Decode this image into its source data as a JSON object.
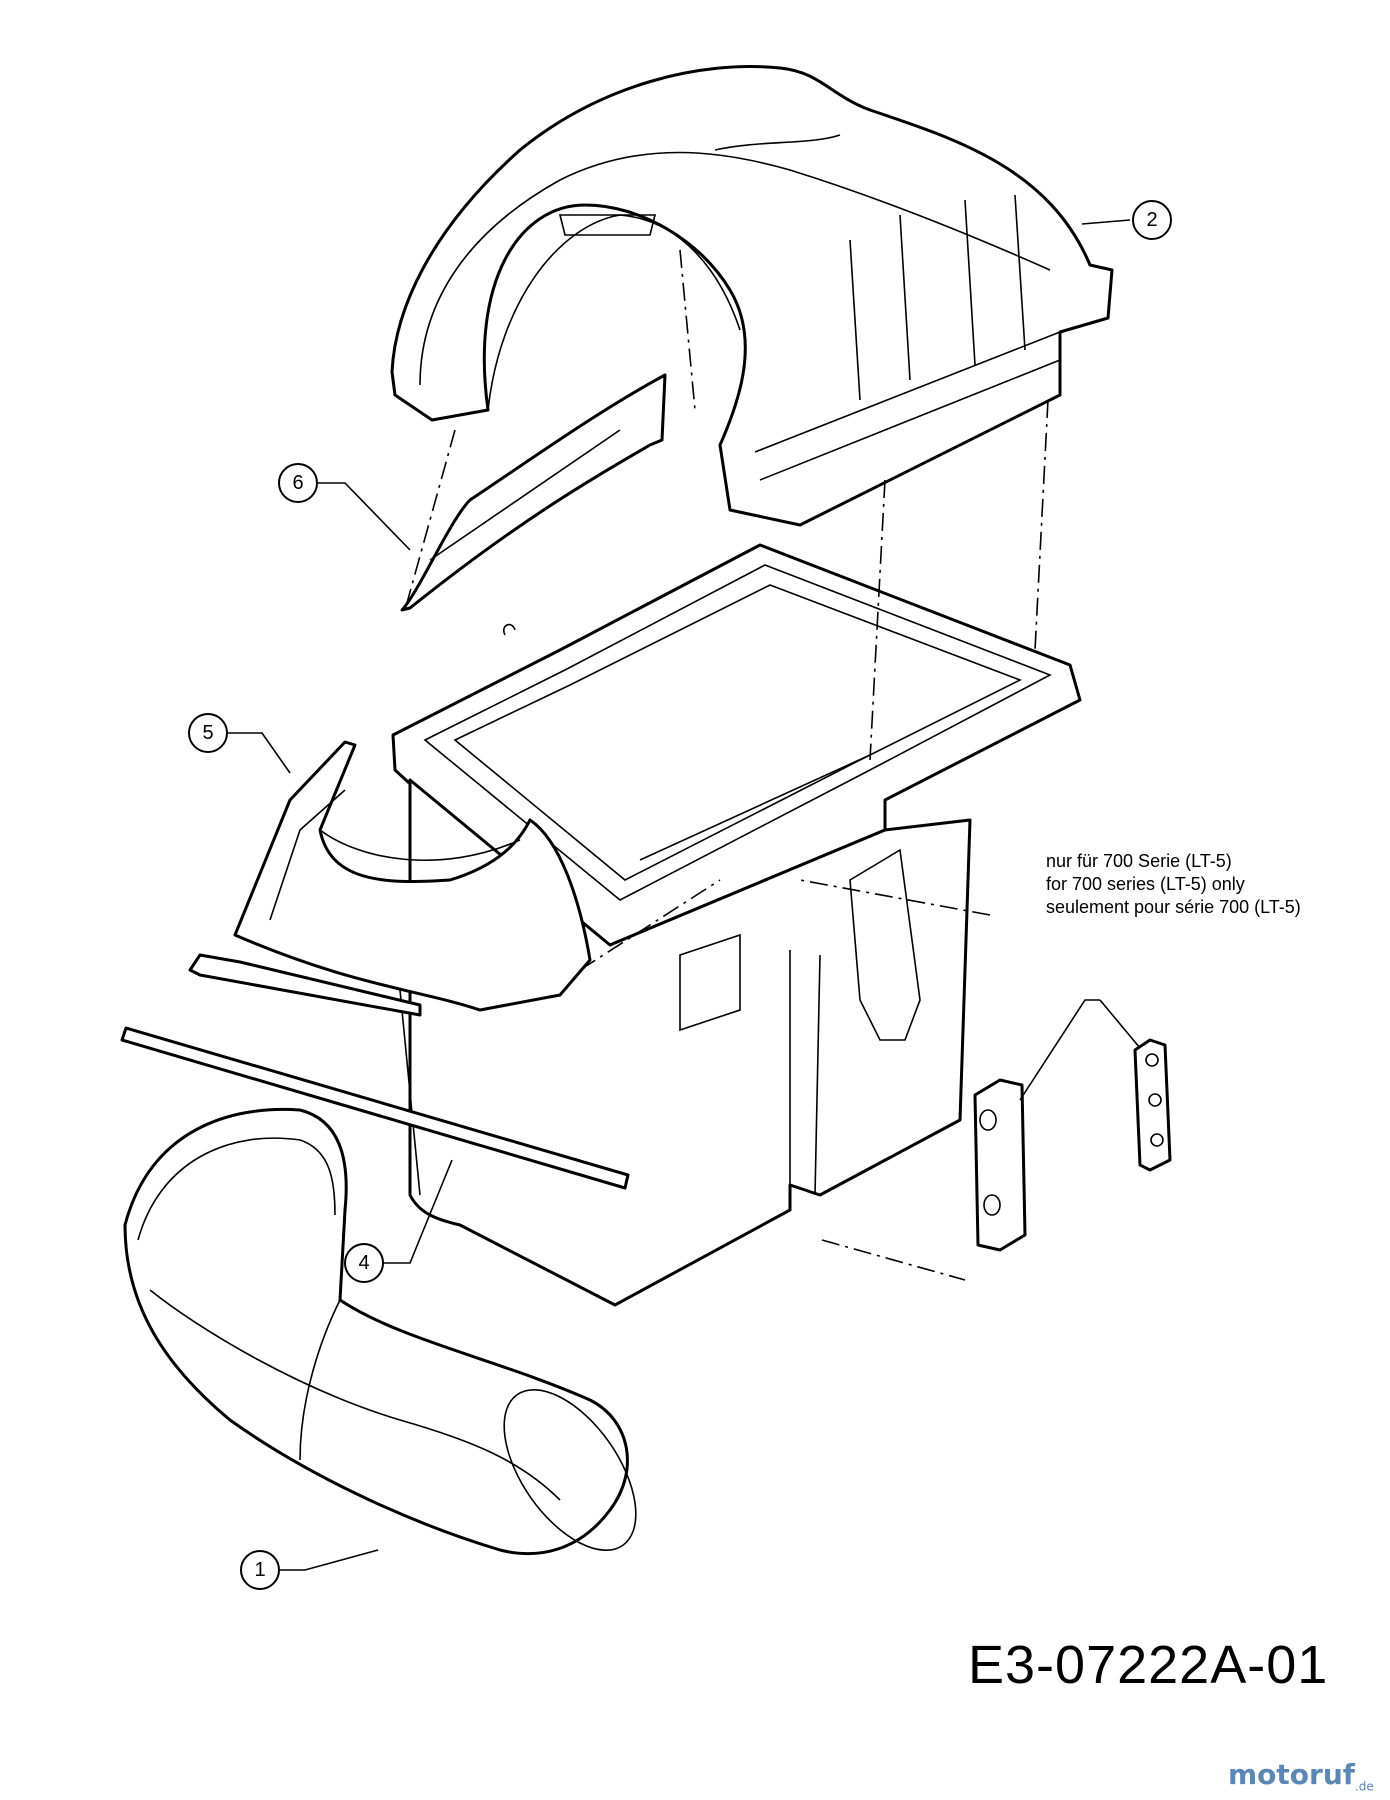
{
  "callouts": [
    {
      "label": "1"
    },
    {
      "label": "2"
    },
    {
      "label": "4"
    },
    {
      "label": "5"
    },
    {
      "label": "6"
    }
  ],
  "note_lines": [
    "nur für 700 Serie (LT-5)",
    "for 700 series (LT-5) only",
    "seulement pour série 700 (LT-5)"
  ],
  "drawing_code": "E3-07222A-01",
  "watermark": {
    "part1": "motoruf",
    "part2": ".de"
  }
}
